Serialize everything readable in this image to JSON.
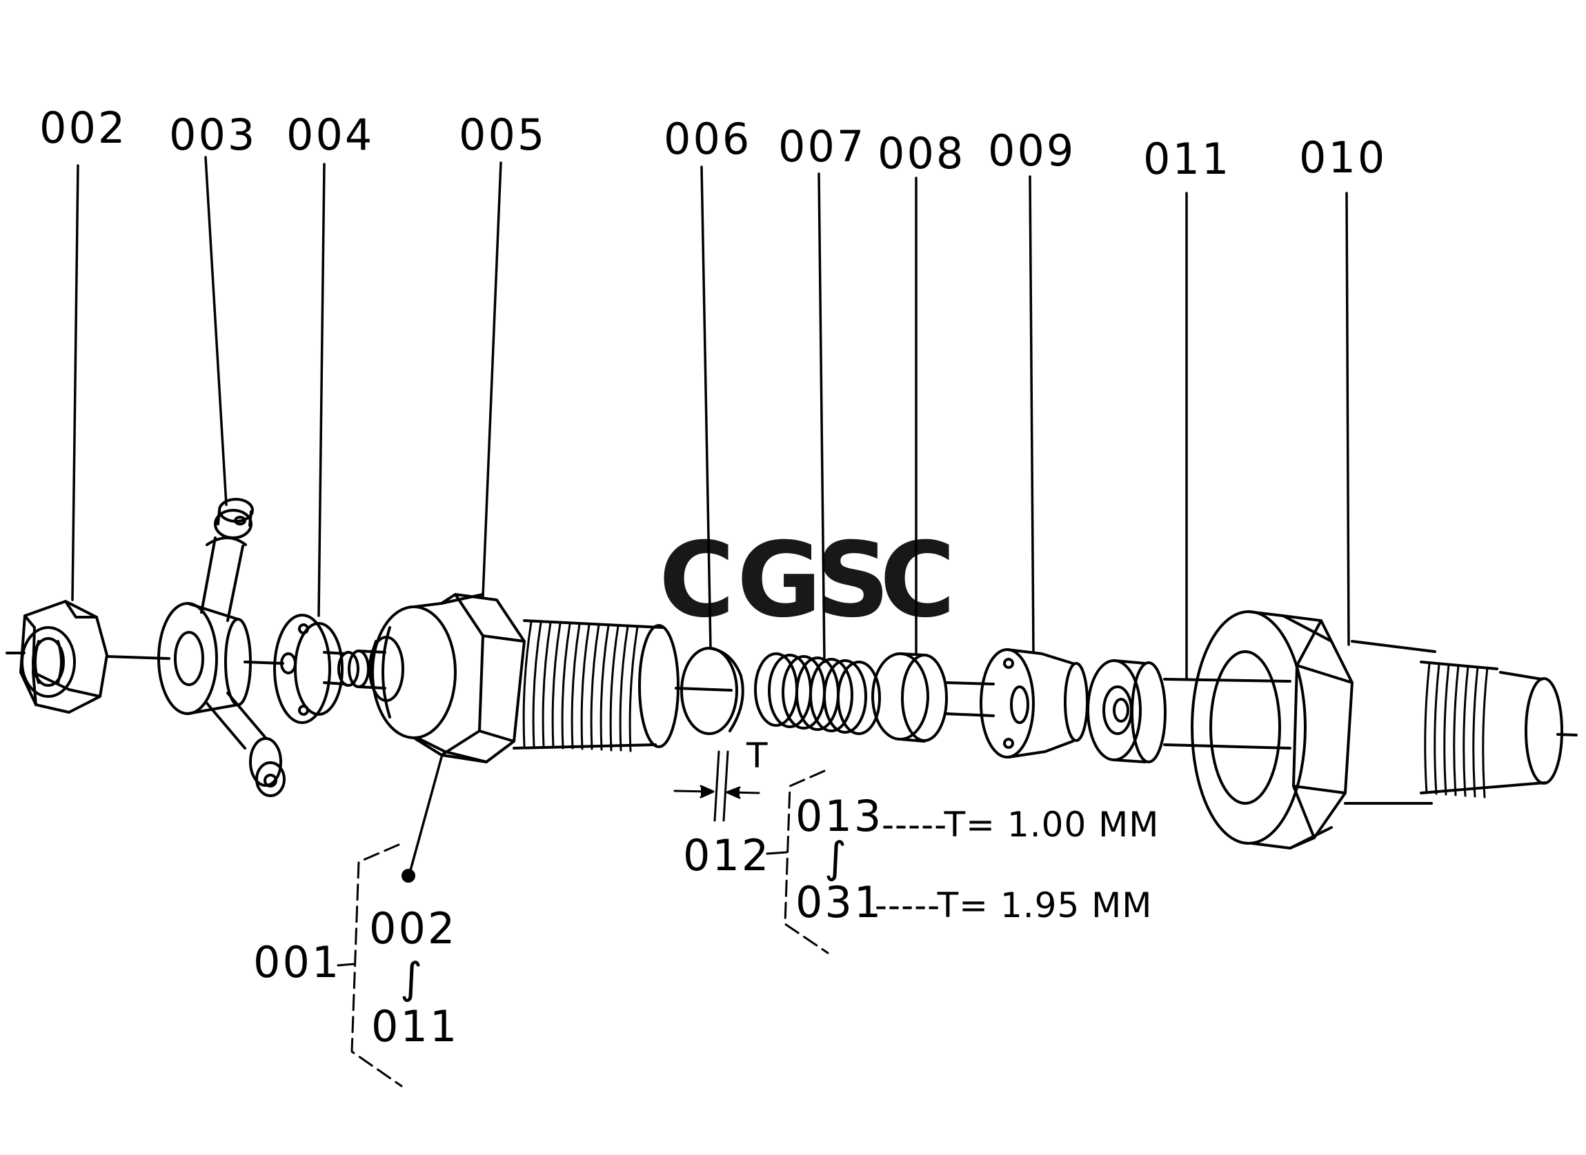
{
  "watermark": {
    "letters": [
      "C",
      "G",
      "S",
      "C"
    ],
    "colors": [
      "#7BA7F0",
      "#F28B7F",
      "#F7D56B",
      "#7FC79D"
    ]
  },
  "parts": {
    "p002": "002",
    "p003": "003",
    "p004": "004",
    "p005": "005",
    "p006": "006",
    "p007": "007",
    "p008": "008",
    "p009": "009",
    "p011": "011",
    "p010": "010"
  },
  "assembly": {
    "id": "001",
    "from": "002",
    "range_mark": "∫",
    "to": "011"
  },
  "shims": {
    "id": "012",
    "dimension_label": "T",
    "from": "013",
    "from_spec": "-----T= 1.00 MM",
    "range_mark": "∫",
    "to": "031",
    "to_spec": "-----T= 1.95 MM"
  }
}
